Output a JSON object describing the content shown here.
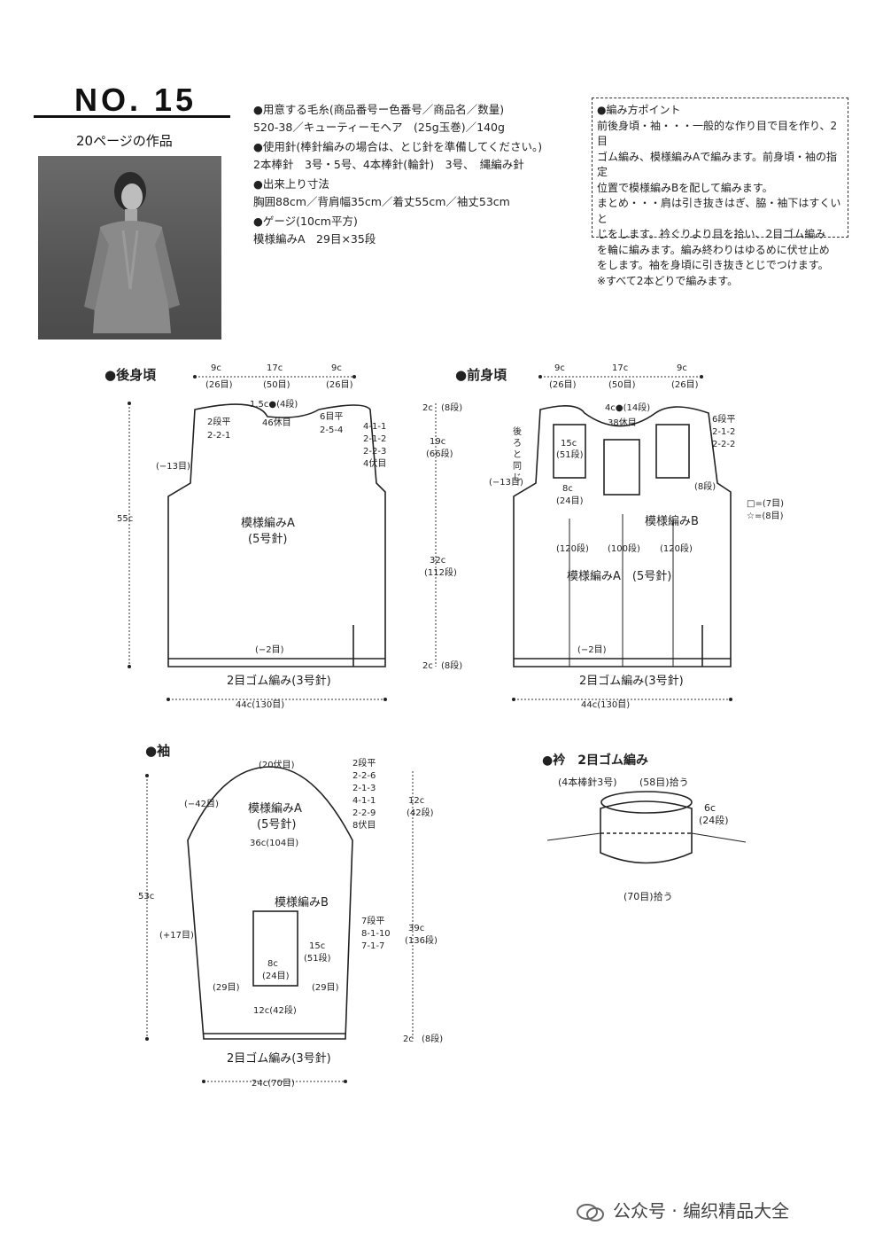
{
  "header": {
    "number": "NO. 15",
    "page_ref": "20ページの作品"
  },
  "info": {
    "yarn_title": "●用意する毛糸(商品番号ー色番号／商品名／数量)",
    "yarn_value": "520-38／キューティーモヘア　(25g玉巻)／140g",
    "needle_title": "●使用針(棒針編みの場合は、とじ針を準備してください。)",
    "needle_value": "2本棒針　3号・5号、4本棒針(輪針)　3号、　縄編み針",
    "size_title": "●出来上り寸法",
    "size_value": "胸囲88cm／背肩幅35cm／着丈55cm／袖丈53cm",
    "gauge_title": "●ゲージ(10cm平方)",
    "gauge_value": "模様編みA　29目×35段"
  },
  "notes": {
    "title": "●編み方ポイント",
    "lines": [
      "前後身頃・袖・・・一般的な作り目で目を作り、2目",
      "ゴム編み、模様編みAで編みます。前身頃・袖の指定",
      "位置で模様編みBを配して編みます。",
      "まとめ・・・肩は引き抜きはぎ、脇・袖下はすくいと",
      "じをします。衿ぐりより目を拾い、2目ゴム編み",
      "を輪に編みます。編み終わりはゆるめに伏せ止め",
      "をします。袖を身頃に引き抜きとじでつけます。",
      "※すべて2本どりで編みます。"
    ]
  },
  "back": {
    "title": "●後身頃",
    "top_9c": "9c",
    "top_17c": "17c",
    "top_9c_b": "9c",
    "st26": "(26目)",
    "st50": "(50目)",
    "st26_b": "(26目)",
    "neck_top": "1.5c●(4段)",
    "bind46": "46休目",
    "left_dec": [
      "2段平",
      "2-2-1"
    ],
    "right_dec": [
      "6目平",
      "2-5-4"
    ],
    "arm_dec": [
      "4-1-1",
      "2-1-2",
      "2-2-3",
      "4伏目"
    ],
    "minus13": "(−13目)",
    "height": "55c",
    "pattern": "模様編みA",
    "needle": "(5号針)",
    "minus2": "(−2目)",
    "rib": "2目ゴム編み(3号針)",
    "width": "44c(130目)"
  },
  "mid": {
    "r1": [
      "2c",
      "(8段)"
    ],
    "r2": [
      "19c",
      "(66段)"
    ],
    "r3": [
      "32c",
      "(112段)"
    ],
    "r4": [
      "2c",
      "(8段)"
    ]
  },
  "front": {
    "title": "●前身頃",
    "top_9c": "9c",
    "top_17c": "17c",
    "top_9c_b": "9c",
    "st26": "(26目)",
    "st50": "(50目)",
    "st26_b": "(26目)",
    "neck": "4c●(14段)",
    "bind38": "38休目",
    "same_as_back": [
      "後",
      "ろ",
      "と",
      "同",
      "じ"
    ],
    "right_dec": [
      "6段平",
      "2-1-2",
      "2-2-2"
    ],
    "minus13": "(−13目)",
    "b15": [
      "15c",
      "(51段)"
    ],
    "b8": [
      "8c",
      "(24目)"
    ],
    "eight": "(8段)",
    "patternB": "模様編みB",
    "legend": [
      "□=(7目)",
      "☆=(8目)"
    ],
    "rows": [
      "(120段)",
      "(100段)",
      "(120段)"
    ],
    "patternA": "模様編みA　(5号針)",
    "minus2": "(−2目)",
    "rib": "2目ゴム編み(3号針)",
    "width": "44c(130目)"
  },
  "sleeve": {
    "title": "●袖",
    "bind20": "(20伏目)",
    "minus42": "(−42目)",
    "pattern": "模様編みA",
    "needle": "(5号針)",
    "cap": [
      "2段平",
      "2-2-6",
      "2-1-3",
      "4-1-1",
      "2-2-9",
      "8伏目"
    ],
    "cap_h": [
      "12c",
      "(42段)"
    ],
    "w36": "36c(104目)",
    "height": "53c",
    "plus17": "(+17目)",
    "patternB": "模様編みB",
    "b15": [
      "15c",
      "(51段)"
    ],
    "b8": [
      "8c",
      "(24目)"
    ],
    "inc": [
      "7段平",
      "8-1-10",
      "7-1-7"
    ],
    "h39": [
      "39c",
      "(136段)"
    ],
    "st29": "(29目)",
    "st29_b": "(29目)",
    "w12": "12c(42段)",
    "h2": [
      "2c",
      "(8段)"
    ],
    "rib": "2目ゴム編み(3号針)",
    "width": "24c(70目)"
  },
  "collar": {
    "title": "●衿　2目ゴム編み",
    "needle": "(4本棒針3号)",
    "pick58": "(58目)拾う",
    "h6": [
      "6c",
      "(24段)"
    ],
    "pick70": "(70目)拾う"
  },
  "watermark": "公众号 · 编织精品大全"
}
